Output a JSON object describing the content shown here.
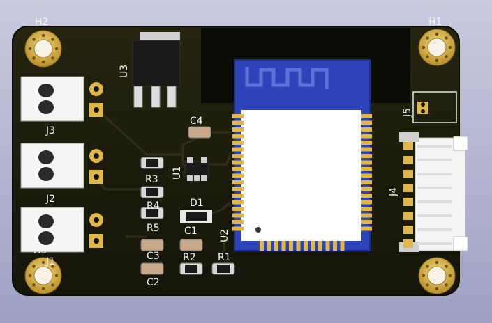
{
  "board": {
    "colors": {
      "soldermask": "#1f1f12",
      "silkscreen": "#f2f2f2",
      "copper": "#e0b84a",
      "antenna_pcb": "#2d44b8",
      "module_shield": "#ffffff",
      "component_body": "#1a1a1a"
    },
    "mounting_holes": [
      {
        "ref": "H1"
      },
      {
        "ref": "H2"
      },
      {
        "ref": "H3"
      }
    ],
    "connectors": [
      {
        "ref": "J1"
      },
      {
        "ref": "J2"
      },
      {
        "ref": "J3"
      },
      {
        "ref": "J4"
      },
      {
        "ref": "J5"
      }
    ],
    "ics": [
      {
        "ref": "U1"
      },
      {
        "ref": "U2"
      },
      {
        "ref": "U3"
      }
    ],
    "passives": [
      {
        "ref": "R1"
      },
      {
        "ref": "R2"
      },
      {
        "ref": "R3"
      },
      {
        "ref": "R4"
      },
      {
        "ref": "R5"
      },
      {
        "ref": "C1"
      },
      {
        "ref": "C2"
      },
      {
        "ref": "C3"
      },
      {
        "ref": "C4"
      },
      {
        "ref": "D1"
      }
    ]
  }
}
